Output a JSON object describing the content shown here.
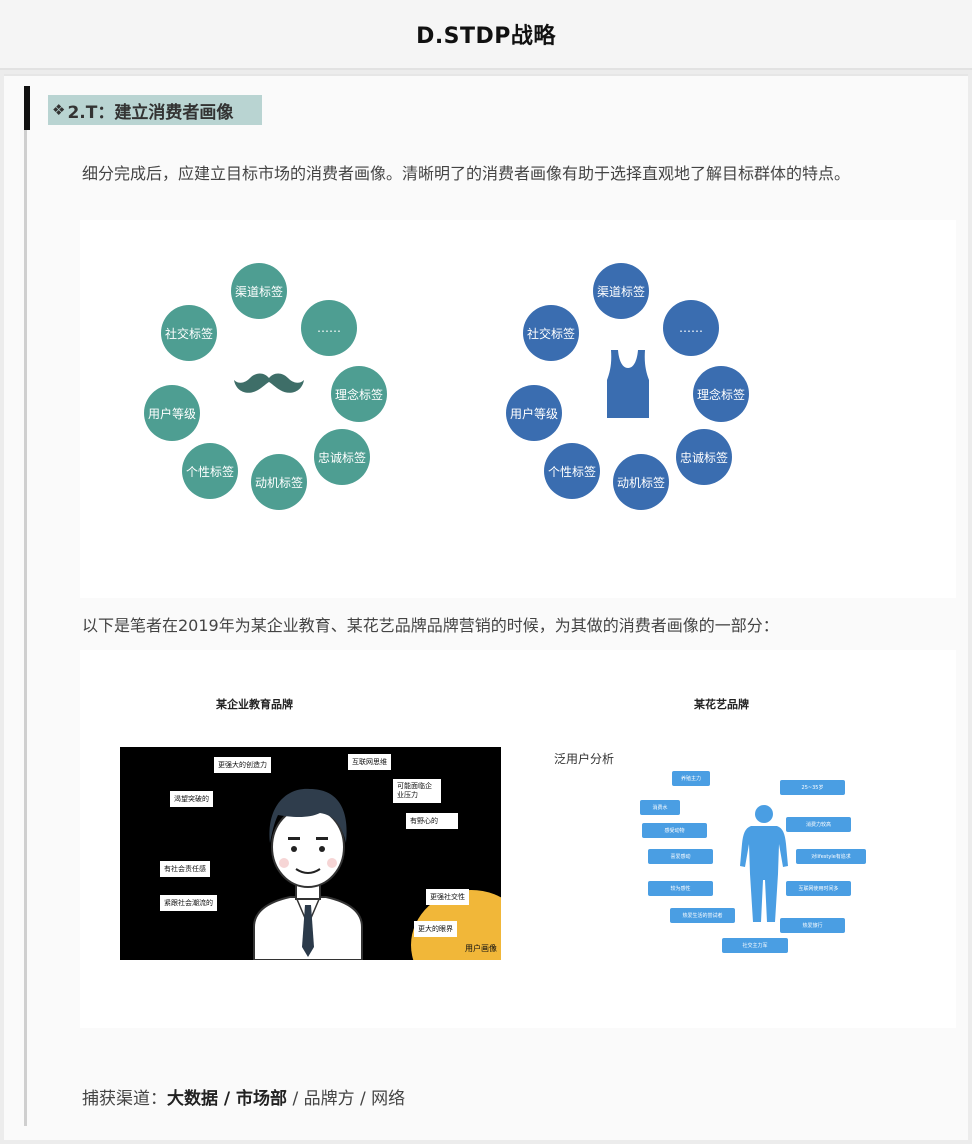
{
  "header": {
    "title": "D.STDP战略"
  },
  "section": {
    "mark": "❖",
    "title": "2.T：建立消费者画像"
  },
  "intro_text": "细分完成后，应建立目标市场的消费者画像。清晰明了的消费者画像有助于选择直观地了解目标群体的特点。",
  "diagram_left": {
    "bubbles": [
      "渠道标签",
      "……",
      "理念标签",
      "忠诚标签",
      "动机标签",
      "个性标签",
      "用户等级",
      "社交标签"
    ],
    "center_icon": "mustache-icon",
    "color": "#4e9e92"
  },
  "diagram_right": {
    "bubbles": [
      "渠道标签",
      "……",
      "理念标签",
      "忠诚标签",
      "动机标签",
      "个性标签",
      "用户等级",
      "社交标签"
    ],
    "center_icon": "tank-top-icon",
    "color": "#3a6db0"
  },
  "example_text": "以下是笔者在2019年为某企业教育、某花艺品牌品牌营销的时候，为其做的消费者画像的一部分：",
  "edu": {
    "title": "某企业教育品牌",
    "tags": [
      "更强大的创造力",
      "互联网思维",
      "渴望突破的",
      "可能面临企业压力",
      "有野心的",
      "有社会责任感",
      "更强社交性",
      "紧跟社会潮流的",
      "更大的眼界"
    ],
    "corner_label": "用户画像",
    "accent_color": "#f1b739"
  },
  "flower": {
    "title": "某花艺品牌",
    "subtitle": "泛用户分析",
    "tags": [
      "养殖主力",
      "25~35岁",
      "消费水",
      "消费力较高",
      "感受动物",
      "对lifestyle有追求",
      "喜爱感动",
      "互联网使用时间多",
      "较为感性",
      "热爱生活的尝试者",
      "热爱旅行",
      "社交主力军"
    ],
    "color": "#4a9ee3"
  },
  "channel": {
    "label": "捕获渠道：",
    "strong1": "大数据",
    "sep1": " / ",
    "strong2": "市场部",
    "sep2": " / ",
    "item3": "品牌方",
    "sep3": " / ",
    "item4": "网络"
  }
}
